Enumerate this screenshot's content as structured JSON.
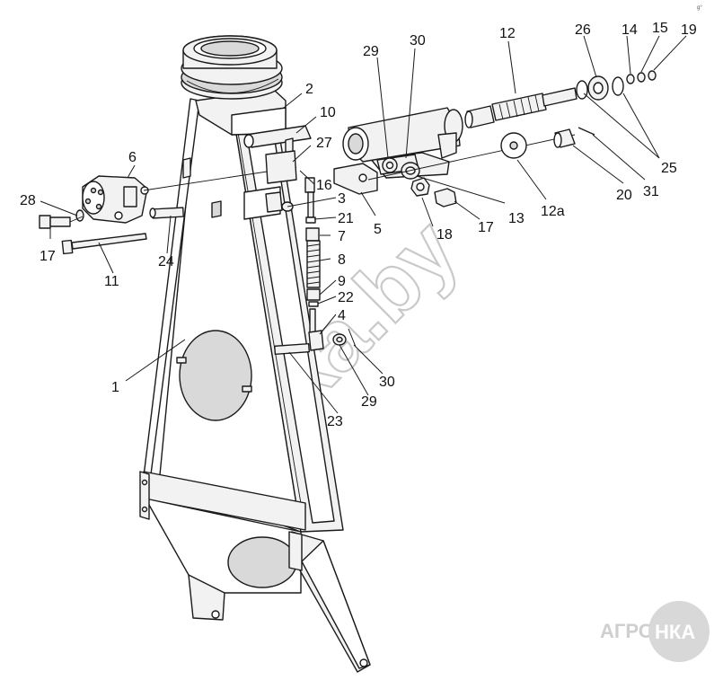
{
  "callouts": {
    "c1": "1",
    "c2": "2",
    "c3": "3",
    "c4": "4",
    "c5": "5",
    "c6": "6",
    "c7": "7",
    "c8": "8",
    "c9": "9",
    "c10": "10",
    "c11": "11",
    "c12": "12",
    "c12a": "12а",
    "c13": "13",
    "c14": "14",
    "c15": "15",
    "c16": "16",
    "c17a": "17",
    "c17b": "17",
    "c18": "18",
    "c19": "19",
    "c20": "20",
    "c21": "21",
    "c22": "22",
    "c23": "23",
    "c24": "24",
    "c25": "25",
    "c26": "26",
    "c27": "27",
    "c28": "28",
    "c29a": "29",
    "c29b": "29",
    "c30a": "30",
    "c30b": "30",
    "c31": "31"
  },
  "watermark": {
    "text": "hka.by"
  },
  "logo": {
    "left": "АГРО",
    "right": "НКА"
  },
  "corner_mark": "g°"
}
